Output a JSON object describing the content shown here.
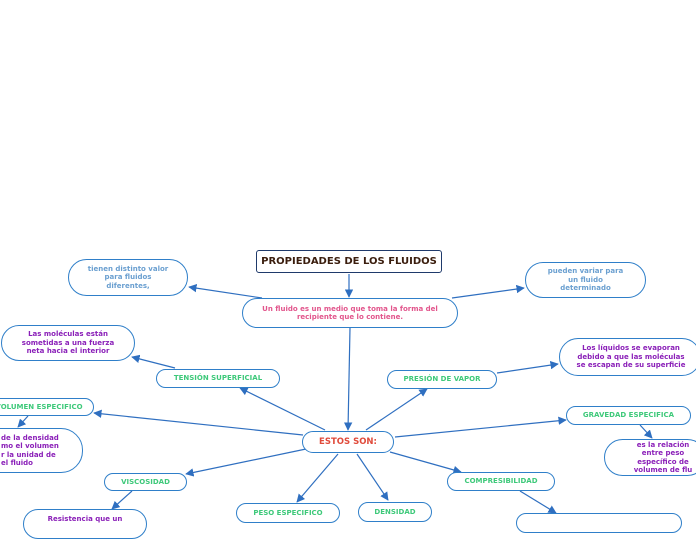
{
  "title": "PROPIEDADES DE LOS FLUIDOS",
  "definition": "Un fluido es un medio que toma la forma del recipiente que lo contiene.",
  "left_note": "tienen distinto valor para fluidos diferentes,",
  "right_note": "pueden variar para un fluido determinado",
  "center": "ESTOS SON:",
  "branches": {
    "tension": "TENSIÓN SUPERFICIAL",
    "tension_desc": "Las moléculas están sometidas a una fuerza neta hacia el interior",
    "presion": "PRESIÓN DE VAPOR",
    "presion_desc": "Los líquidos se evaporan debido a que las moléculas se escapan de su superficie",
    "volumen": "VOLUMEN ESPECIFICO",
    "volumen_desc": "de la densidad mo el volumen r la unidad de el fluido",
    "gravedad": "GRAVEDAD ESPECIFICA",
    "gravedad_desc": "es la relación entre peso específico de volumen de flu",
    "viscosidad": "VISCOSIDAD",
    "viscosidad_desc": "Resistencia que un",
    "peso": "PESO ESPECIFICO",
    "densidad": "DENSIDAD",
    "compresibilidad": "COMPRESIBILIDAD"
  },
  "colors": {
    "edge": "#2f6fc0",
    "node_border": "#2f7fc9",
    "title_border": "#1f3a6b",
    "green": "#3ec97a",
    "blue": "#6a9fd0",
    "pink": "#e2558c",
    "purple": "#8a1fb8",
    "red": "#e04a3a"
  }
}
